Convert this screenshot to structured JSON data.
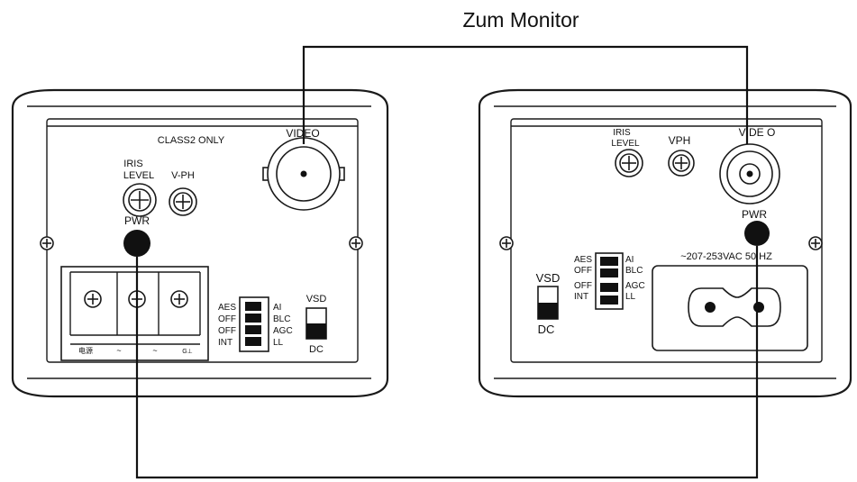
{
  "caption": "Zum Monitor",
  "left_camera": {
    "class_note": "CLASS2 ONLY",
    "video_label": "VIDEO",
    "iris_label_line1": "IRIS",
    "iris_label_line2": "LEVEL",
    "vph_label": "V-PH",
    "pwr_label": "PWR",
    "switch_left_labels": [
      "AES",
      "OFF",
      "OFF",
      "INT"
    ],
    "switch_right_labels": [
      "AI",
      "BLC",
      "AGC",
      "LL"
    ],
    "vsd_label": "VSD",
    "dc_label": "DC",
    "terminal_labels": [
      "电源",
      "~",
      "~",
      "G⊥"
    ]
  },
  "right_camera": {
    "iris_label_line1": "IRIS",
    "iris_label_line2": "LEVEL",
    "vph_label": "VPH",
    "video_label": "VIDE O",
    "pwr_label": "PWR",
    "switch_left_labels": [
      "AES",
      "OFF",
      "OFF",
      "INT"
    ],
    "switch_right_labels": [
      "AI",
      "BLC",
      "AGC",
      "LL"
    ],
    "vsd_label": "VSD",
    "dc_label": "DC",
    "voltage_label": "~207-253VAC 50 HZ"
  },
  "colors": {
    "line": "#111111",
    "background": "#ffffff"
  }
}
